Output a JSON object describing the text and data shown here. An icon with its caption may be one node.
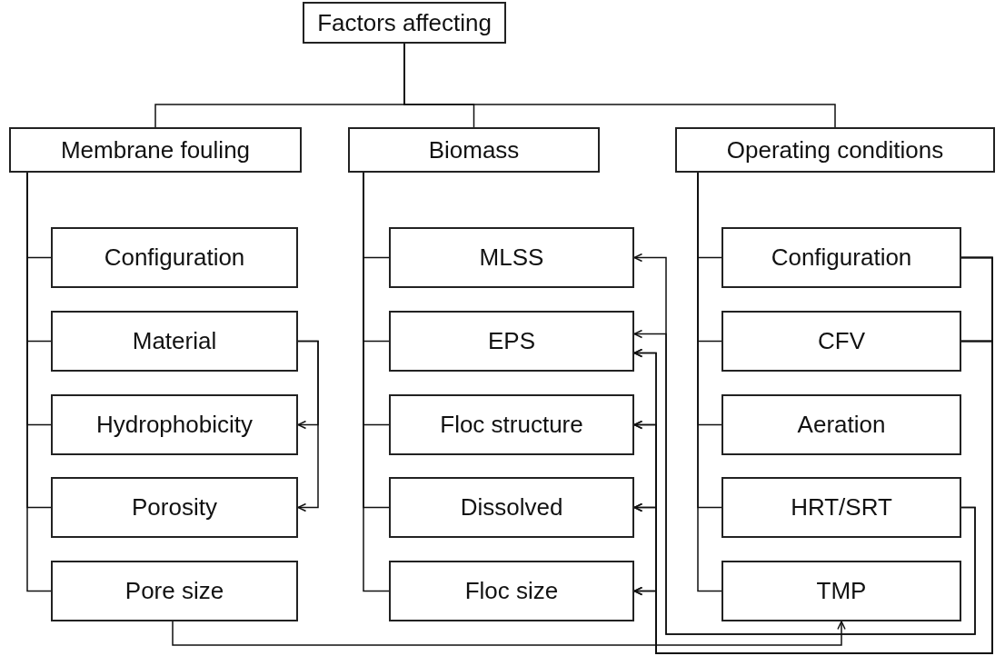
{
  "diagram": {
    "nodes": [
      {
        "text": [
          "Factors affecting"
        ]
      },
      {
        "text": [
          "Membrane fouling"
        ]
      },
      {
        "text": [
          "Biomass"
        ]
      },
      {
        "text": [
          "Operating conditions"
        ]
      },
      {
        "text": [
          "Configuration"
        ]
      },
      {
        "text": [
          "Material"
        ]
      },
      {
        "text": [
          "Hydrophobicity"
        ]
      },
      {
        "text": [
          "Porosity"
        ]
      },
      {
        "text": [
          "Pore size"
        ]
      },
      {
        "text": [
          "MLSS"
        ]
      },
      {
        "text": [
          "EPS"
        ]
      },
      {
        "text": [
          "Floc structure"
        ]
      },
      {
        "text": [
          "Dissolved"
        ]
      },
      {
        "text": [
          "Floc size"
        ]
      },
      {
        "text": [
          "Configuration"
        ]
      },
      {
        "text": [
          "CFV"
        ]
      },
      {
        "text": [
          "Aeration"
        ]
      },
      {
        "text": [
          "HRT/SRT"
        ]
      },
      {
        "text": [
          "TMP"
        ]
      }
    ],
    "edges": [
      {
        "from": 0,
        "to": 1,
        "arrow": "none"
      },
      {
        "from": 0,
        "to": 2,
        "arrow": "none"
      },
      {
        "from": 0,
        "to": 3,
        "arrow": "none"
      },
      {
        "from": 1,
        "to": 4,
        "arrow": "none"
      },
      {
        "from": 1,
        "to": 5,
        "arrow": "none"
      },
      {
        "from": 1,
        "to": 6,
        "arrow": "none"
      },
      {
        "from": 1,
        "to": 7,
        "arrow": "none"
      },
      {
        "from": 1,
        "to": 8,
        "arrow": "none"
      },
      {
        "from": 2,
        "to": 9,
        "arrow": "none"
      },
      {
        "from": 2,
        "to": 10,
        "arrow": "none"
      },
      {
        "from": 2,
        "to": 11,
        "arrow": "none"
      },
      {
        "from": 2,
        "to": 12,
        "arrow": "none"
      },
      {
        "from": 2,
        "to": 13,
        "arrow": "none"
      },
      {
        "from": 3,
        "to": 14,
        "arrow": "none"
      },
      {
        "from": 3,
        "to": 15,
        "arrow": "none"
      },
      {
        "from": 3,
        "to": 16,
        "arrow": "none"
      },
      {
        "from": 3,
        "to": 17,
        "arrow": "none"
      },
      {
        "from": 3,
        "to": 18,
        "arrow": "none"
      },
      {
        "from": 5,
        "to": 6,
        "arrow": "to"
      },
      {
        "from": 5,
        "to": 7,
        "arrow": "to"
      },
      {
        "from": 8,
        "to": 18,
        "arrow": "to"
      },
      {
        "from": 17,
        "to": 9,
        "arrow": "to"
      },
      {
        "from": 17,
        "to": 10,
        "arrow": "to"
      },
      {
        "from": 14,
        "to": 10,
        "arrow": "to"
      },
      {
        "from": 14,
        "to": 11,
        "arrow": "to"
      },
      {
        "from": 14,
        "to": 12,
        "arrow": "to"
      },
      {
        "from": 14,
        "to": 13,
        "arrow": "to"
      },
      {
        "from": 15,
        "to": 10,
        "arrow": "to"
      },
      {
        "from": 15,
        "to": 11,
        "arrow": "to"
      },
      {
        "from": 15,
        "to": 12,
        "arrow": "to"
      },
      {
        "from": 15,
        "to": 13,
        "arrow": "to"
      }
    ]
  }
}
